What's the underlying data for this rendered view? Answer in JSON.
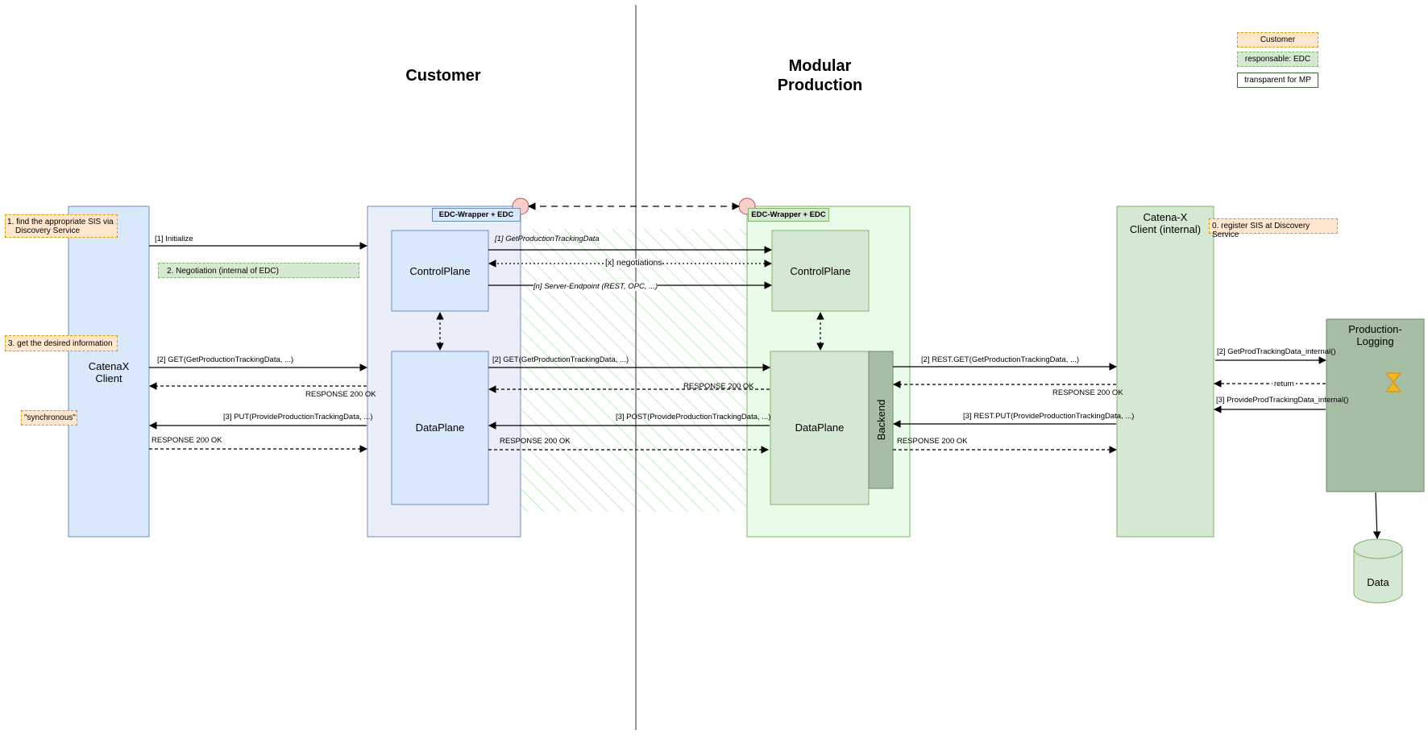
{
  "legend": {
    "customer": "Customer",
    "edc": "responsable: EDC",
    "mp": "transparent for MP"
  },
  "sections": {
    "customer_title": "Customer",
    "mp_title_line1": "Modular",
    "mp_title_line2": "Production"
  },
  "customer_side": {
    "client_label_line1": "CatenaX",
    "client_label_line2": "Client",
    "edc_tab": "EDC-Wrapper + EDC",
    "control_plane": "ControlPlane",
    "data_plane": "DataPlane"
  },
  "mp_side": {
    "edc_tab": "EDC-Wrapper + EDC",
    "control_plane": "ControlPlane",
    "data_plane": "DataPlane",
    "backend": "Backend",
    "client_label_line1": "Catena-X",
    "client_label_line2": "Client (internal)",
    "logging_line1": "Production-",
    "logging_line2": "Logging",
    "db_label": "Data"
  },
  "notes": {
    "find_sis_line1": "1. find the appropriate SIS via",
    "find_sis_line2": "Discovery Service",
    "negotiation": "2. Negotiation (internal of EDC)",
    "get_info": "3. get the desired information",
    "synchronous": "\"synchronous\"",
    "register_sis": "0. register SIS at Discovery Service"
  },
  "messages": {
    "initialize": "[1] Initialize",
    "get_tracking": "[2] GET(GetProductionTrackingData, ...)",
    "response_ok": "RESPONSE 200 OK",
    "put_tracking": "[3] PUT(ProvideProductionTrackingData, ...)",
    "cp_get_tracking": "[1] GetProductionTrackingData",
    "negotiations": "[x] negotiations",
    "server_endpoint": "[n] Server-Endpoint (REST, OPC, ...)",
    "dp_get_tracking": "[2] GET(GetProductionTrackingData, ...)",
    "post_tracking": "[3] POST(ProvideProductionTrackingData, ...)",
    "rest_get": "[2] REST.GET(GetProductionTrackingData, ...)",
    "rest_put": "[3] REST.PUT(ProvideProductionTrackingData, ...)",
    "get_internal": "[2] GetProdTrackingData_internal()",
    "return": "return",
    "provide_internal": "[3] ProvideProdTrackingData_internal()"
  },
  "colors": {
    "customer_blue": "#dae8fc",
    "customer_border": "#6c8ebf",
    "edc_green": "#d5e8d4",
    "edc_border": "#82b366",
    "note_orange": "#ffe6cc",
    "note_orange_border": "#d79b00",
    "logging_green": "#a6bfa4",
    "connector_pink": "#f8cecc"
  }
}
